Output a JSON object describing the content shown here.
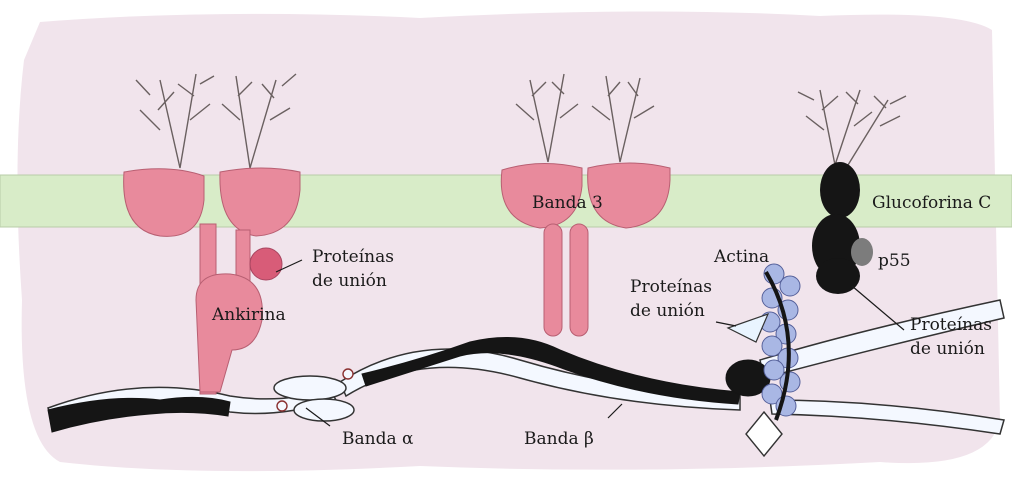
{
  "labels": {
    "proteinas_union_left": [
      "Proteínas",
      "de unión"
    ],
    "ankirina": "Ankirina",
    "banda3": "Banda 3",
    "glucoforina": "Glucoforina C",
    "p55": "p55",
    "actina": "Actina",
    "proteinas_union_mid": [
      "Proteínas",
      "de unión"
    ],
    "proteinas_union_right": [
      "Proteínas",
      "de unión"
    ],
    "banda_alpha": "Banda α",
    "banda_beta": "Banda β"
  },
  "colors": {
    "background": "#f1e4ec",
    "membrane": "#d8ecc8",
    "protein_pink": "#e88a9c",
    "protein_pink_dark": "#d85c78",
    "spectrin_white": "#f4f8ff",
    "spectrin_dark": "#151515",
    "actin": "#a9b7e4",
    "p55": "#7c7c7c"
  }
}
